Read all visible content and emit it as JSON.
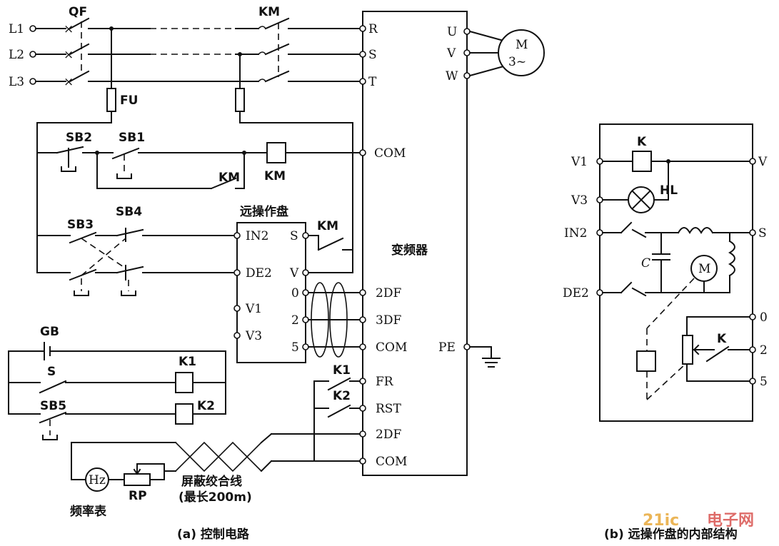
{
  "left_diagram": {
    "caption": "(a) 控制电路",
    "phases": [
      "L1",
      "L2",
      "L3"
    ],
    "breaker": "QF",
    "fuse": "FU",
    "contactor": "KM",
    "contactor_coil": "KM",
    "contactor_aux": "KM",
    "remote_aux": "KM",
    "buttons": [
      "SB2",
      "SB1",
      "SB3",
      "SB4",
      "SB5"
    ],
    "remote_panel": {
      "title": "远操作盘",
      "left_terminals": [
        "IN2",
        "DE2",
        "V1",
        "V3"
      ],
      "right_terminals": [
        "S",
        "V",
        "0",
        "2",
        "5"
      ]
    },
    "inverter": {
      "title": "变频器",
      "input_terminals": [
        "R",
        "S",
        "T"
      ],
      "output_terminals": [
        "U",
        "V",
        "W"
      ],
      "control_terminals": [
        "COM",
        "2DF",
        "3DF",
        "COM",
        "FR",
        "RST",
        "2DF",
        "COM"
      ],
      "ground_terminal": "PE"
    },
    "motor": {
      "name": "M",
      "spec": "3~"
    },
    "battery": "GB",
    "switch": "S",
    "relays": [
      "K1",
      "K2"
    ],
    "contacts": [
      "K1",
      "K2"
    ],
    "meter": "Hz",
    "meter_label": "频率表",
    "potentiometer": "RP",
    "cable_label": "屏蔽绞合线",
    "cable_note": "(最长200m)"
  },
  "right_diagram": {
    "caption": "(b) 远操作盘的内部结构",
    "left_terminals": [
      "V1",
      "V3",
      "IN2",
      "DE2"
    ],
    "right_terminals": [
      "V",
      "S",
      "0",
      "2",
      "5"
    ],
    "relay": "K",
    "lamp": "HL",
    "capacitor": "C",
    "motor": "M",
    "contact": "K"
  },
  "watermark": {
    "part1": "21ic",
    "part2": "电子网",
    "color1": "#e8a93a",
    "color2": "#d9534f"
  }
}
